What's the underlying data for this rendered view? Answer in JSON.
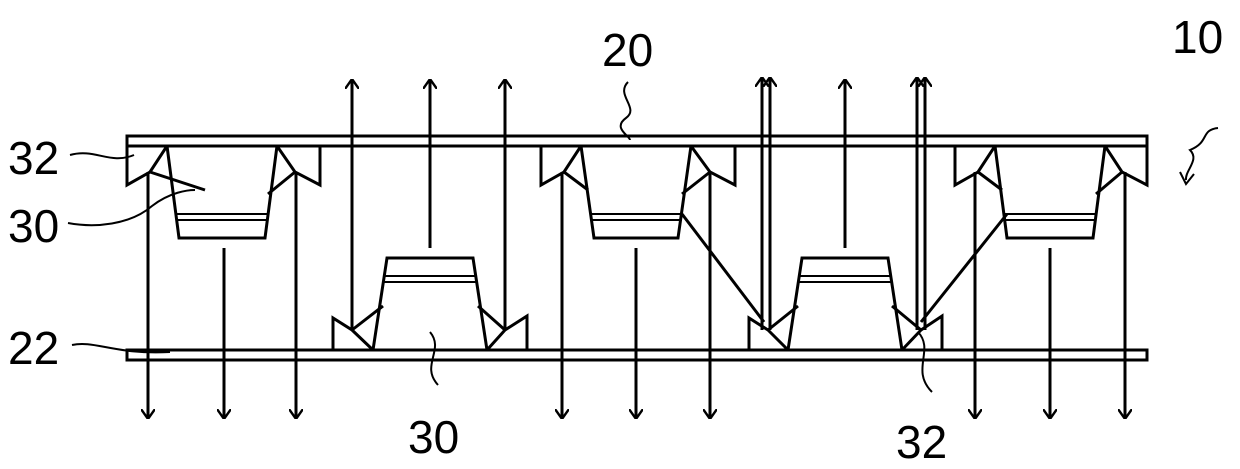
{
  "labels": {
    "ref_10": "10",
    "ref_20": "20",
    "ref_22": "22",
    "ref_30_left": "30",
    "ref_30_bottom": "30",
    "ref_32_left": "32",
    "ref_32_bottom": "32"
  }
}
